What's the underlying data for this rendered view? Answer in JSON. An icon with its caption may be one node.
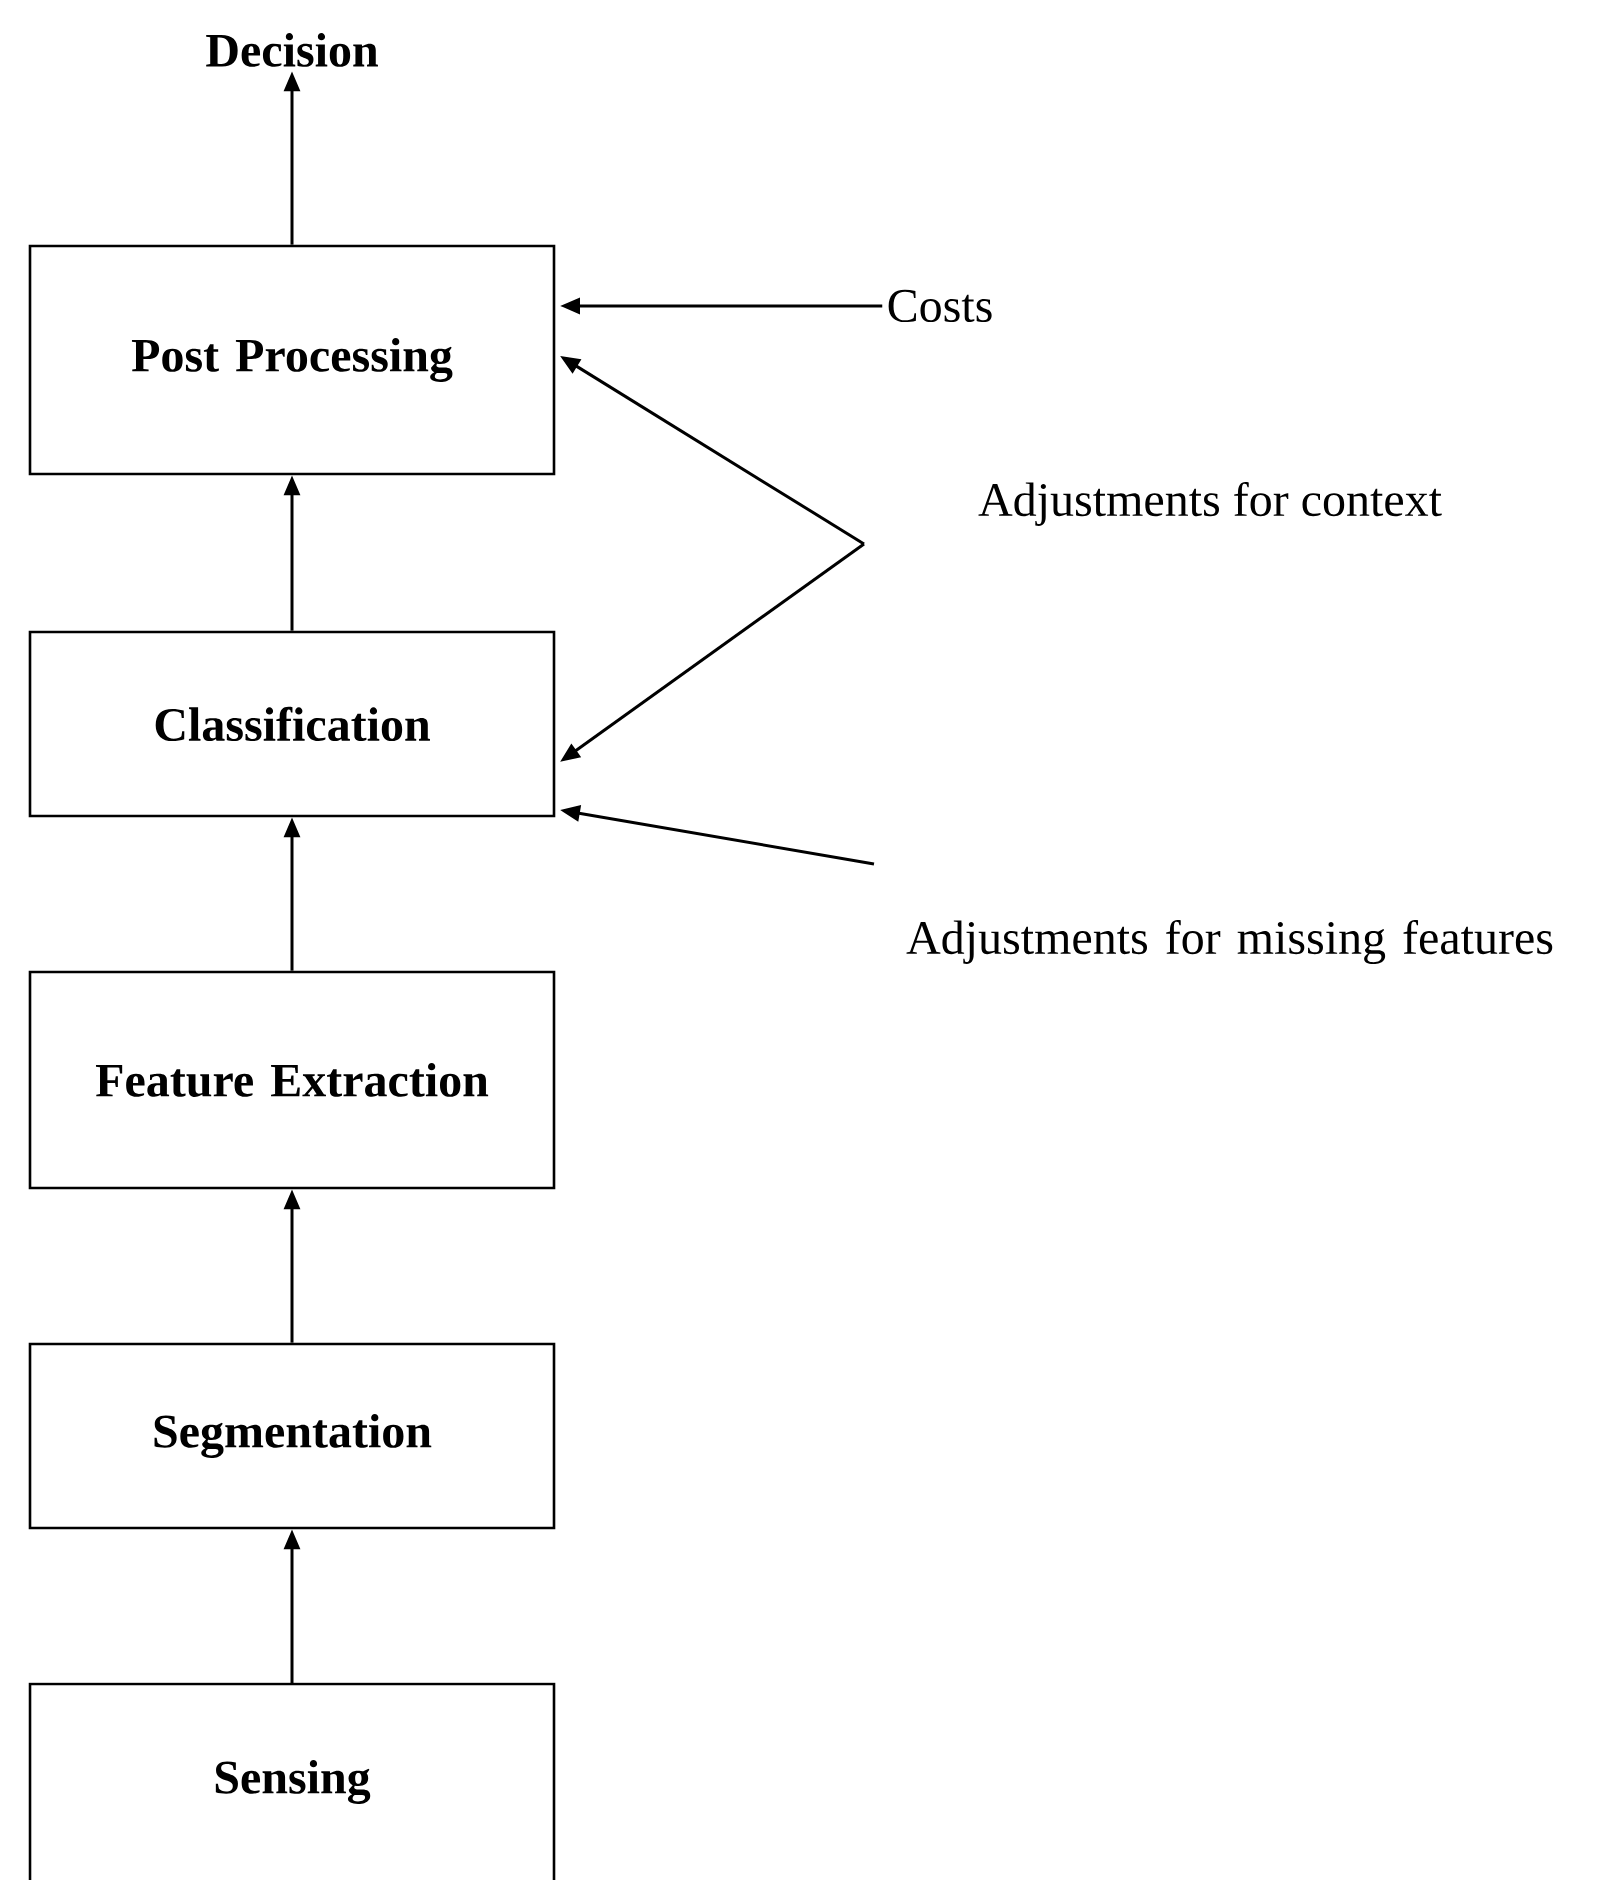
{
  "diagram": {
    "nodes": [
      {
        "text": [
          "Decision"
        ]
      },
      {
        "text": [
          "Post Processing"
        ]
      },
      {
        "text": [
          "Classification"
        ]
      },
      {
        "text": [
          "Feature Extraction"
        ]
      },
      {
        "text": [
          "Segmentation"
        ]
      },
      {
        "text": [
          "Sensing"
        ]
      },
      {
        "text": [
          "Costs"
        ]
      },
      {
        "text": [
          "Adjustments for context"
        ]
      },
      {
        "text": [
          "Adjustments for missing features"
        ]
      }
    ],
    "edges": [
      {
        "from": 1,
        "to": 0,
        "arrow": "to"
      },
      {
        "from": 2,
        "to": 1,
        "arrow": "to"
      },
      {
        "from": 3,
        "to": 2,
        "arrow": "to"
      },
      {
        "from": 4,
        "to": 3,
        "arrow": "to"
      },
      {
        "from": 5,
        "to": 4,
        "arrow": "to"
      },
      {
        "from": 6,
        "to": 1,
        "arrow": "to"
      },
      {
        "from": 7,
        "to": 1,
        "arrow": "to"
      },
      {
        "from": 7,
        "to": 2,
        "arrow": "to"
      },
      {
        "from": 8,
        "to": 2,
        "arrow": "to"
      }
    ]
  }
}
